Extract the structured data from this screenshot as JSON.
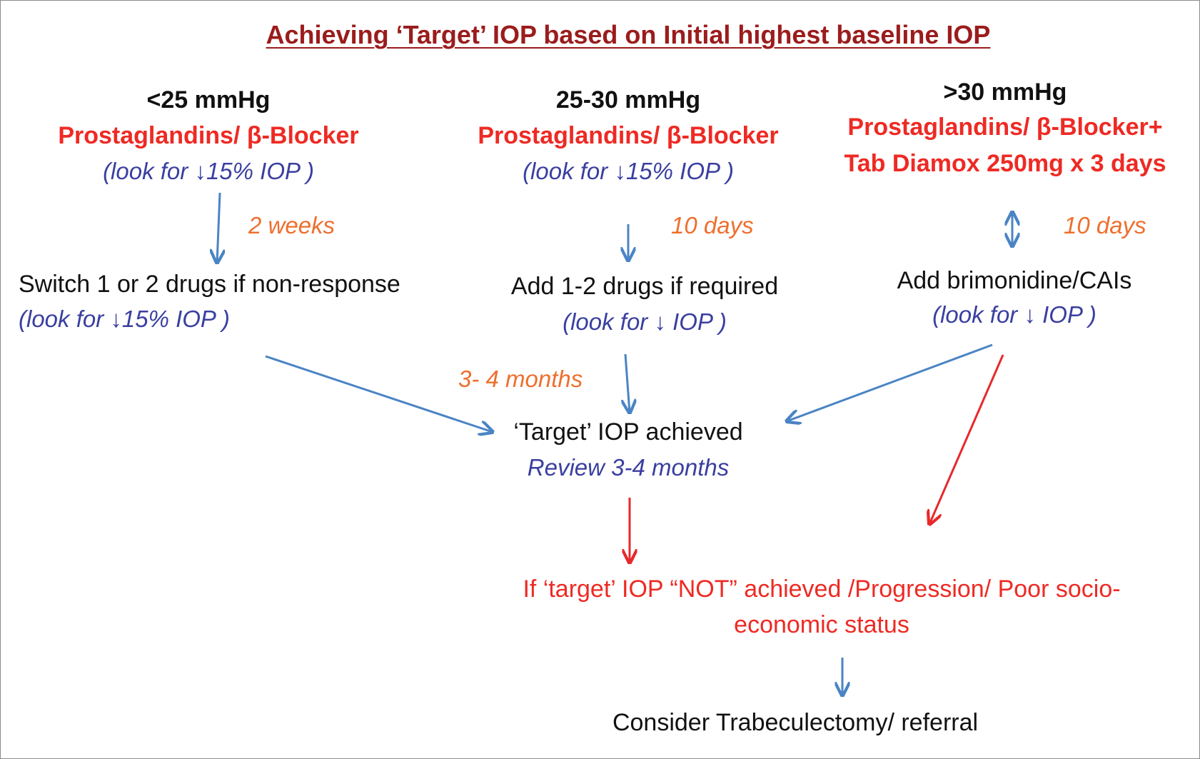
{
  "title": "Achieving ‘Target’ IOP based on Initial highest baseline IOP",
  "columns": [
    {
      "baseline": "<25 mmHg",
      "drug_line1": "Prostaglandins/ β-Blocker",
      "look_for_1_prefix": "(look for ",
      "look_for_1_suffix": "15% IOP )",
      "interval": "2 weeks",
      "step": "Switch 1 or 2 drugs if non-response",
      "look_for_2_prefix": "(look for ",
      "look_for_2_suffix": "15% IOP )"
    },
    {
      "baseline": "25-30 mmHg",
      "drug_line1": "Prostaglandins/ β-Blocker",
      "look_for_1_prefix": "(look for ",
      "look_for_1_suffix": "15% IOP )",
      "interval": "10 days",
      "step": "Add 1-2 drugs if required",
      "look_for_2_prefix": "(look for ",
      "look_for_2_suffix": " IOP )"
    },
    {
      "baseline": ">30 mmHg",
      "drug_line1": "Prostaglandins/ β-Blocker+",
      "drug_line2": "Tab Diamox 250mg x 3 days",
      "interval": "10 days",
      "step": "Add brimonidine/CAIs",
      "look_for_2_prefix": "(look for ",
      "look_for_2_suffix": " IOP )"
    }
  ],
  "center_interval": "3- 4 months",
  "target": {
    "label": "‘Target’ IOP achieved",
    "review": "Review 3-4 months"
  },
  "failure": {
    "line1": "If ‘target’ IOP  “NOT” achieved /Progression/ Poor socio-",
    "line2": "economic status"
  },
  "final": "Consider Trabeculectomy/ referral",
  "down_glyph": "↓",
  "colors": {
    "title": "#9b1c1c",
    "black": "#111111",
    "red": "#ee2a24",
    "blue": "#3a3fa0",
    "orange": "#ee6f2d",
    "arrow_blue": "#4a84c4",
    "arrow_red": "#e8282b",
    "frame": "#8c8c8c"
  }
}
